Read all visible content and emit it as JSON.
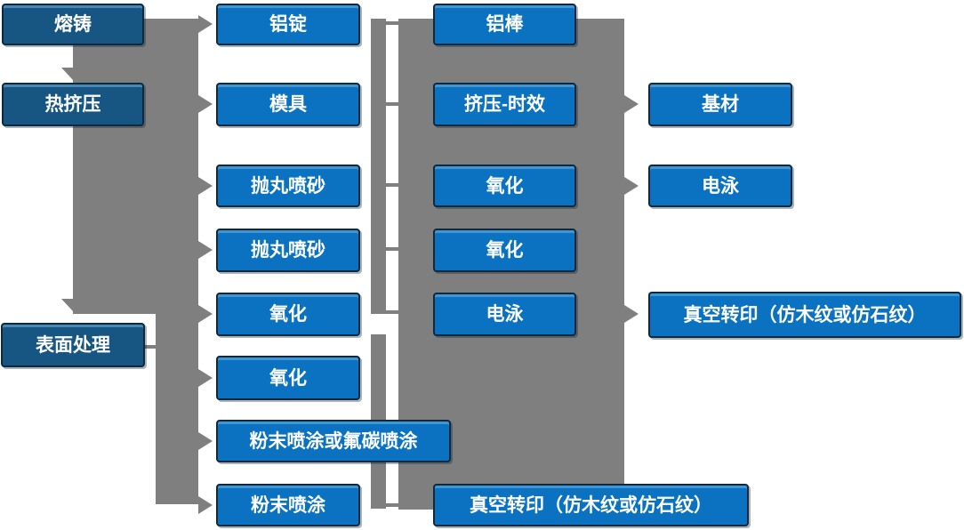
{
  "palette": {
    "node_blue": "#0b72c2",
    "node_dark_blue": "#175582",
    "node_border": "#10283c",
    "connector_gray": "#7f7f7f",
    "text_white": "#ffffff",
    "background": "#ffffff"
  },
  "cols": {
    "c1": [
      "熔铸",
      "热挤压",
      "表面处理"
    ],
    "c2": [
      "铝锭",
      "模具",
      "抛丸喷砂",
      "抛丸喷砂",
      "氧化",
      "氧化",
      "粉末喷涂或氟碳喷涂",
      "粉末喷涂"
    ],
    "c3": [
      "铝棒",
      "挤压-时效",
      "氧化",
      "氧化",
      "电泳",
      "真空转印（仿木纹或仿石纹）"
    ],
    "c4": [
      "基材",
      "电泳",
      "真空转印（仿木纹或仿石纹）"
    ]
  }
}
